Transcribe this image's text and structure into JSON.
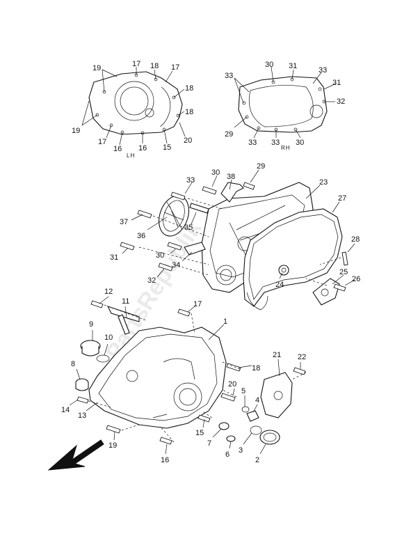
{
  "side_labels": {
    "left": "LH",
    "right": "RH"
  },
  "watermark": "PartsRepublik",
  "callouts": {
    "lh": [
      "19",
      "17",
      "18",
      "17",
      "18",
      "18",
      "19",
      "17",
      "16",
      "16",
      "15",
      "20"
    ],
    "rh": [
      "33",
      "30",
      "31",
      "33",
      "31",
      "32",
      "29",
      "33",
      "33",
      "30"
    ],
    "mid": [
      "30",
      "38",
      "29",
      "33",
      "23",
      "27",
      "37",
      "36",
      "35",
      "28",
      "31",
      "30",
      "34",
      "32",
      "24",
      "25",
      "26"
    ],
    "bottom": [
      "12",
      "11",
      "17",
      "1",
      "9",
      "10",
      "8",
      "14",
      "13",
      "18",
      "21",
      "22",
      "20",
      "5",
      "4",
      "15",
      "19",
      "7",
      "6",
      "3",
      "2",
      "16"
    ]
  }
}
